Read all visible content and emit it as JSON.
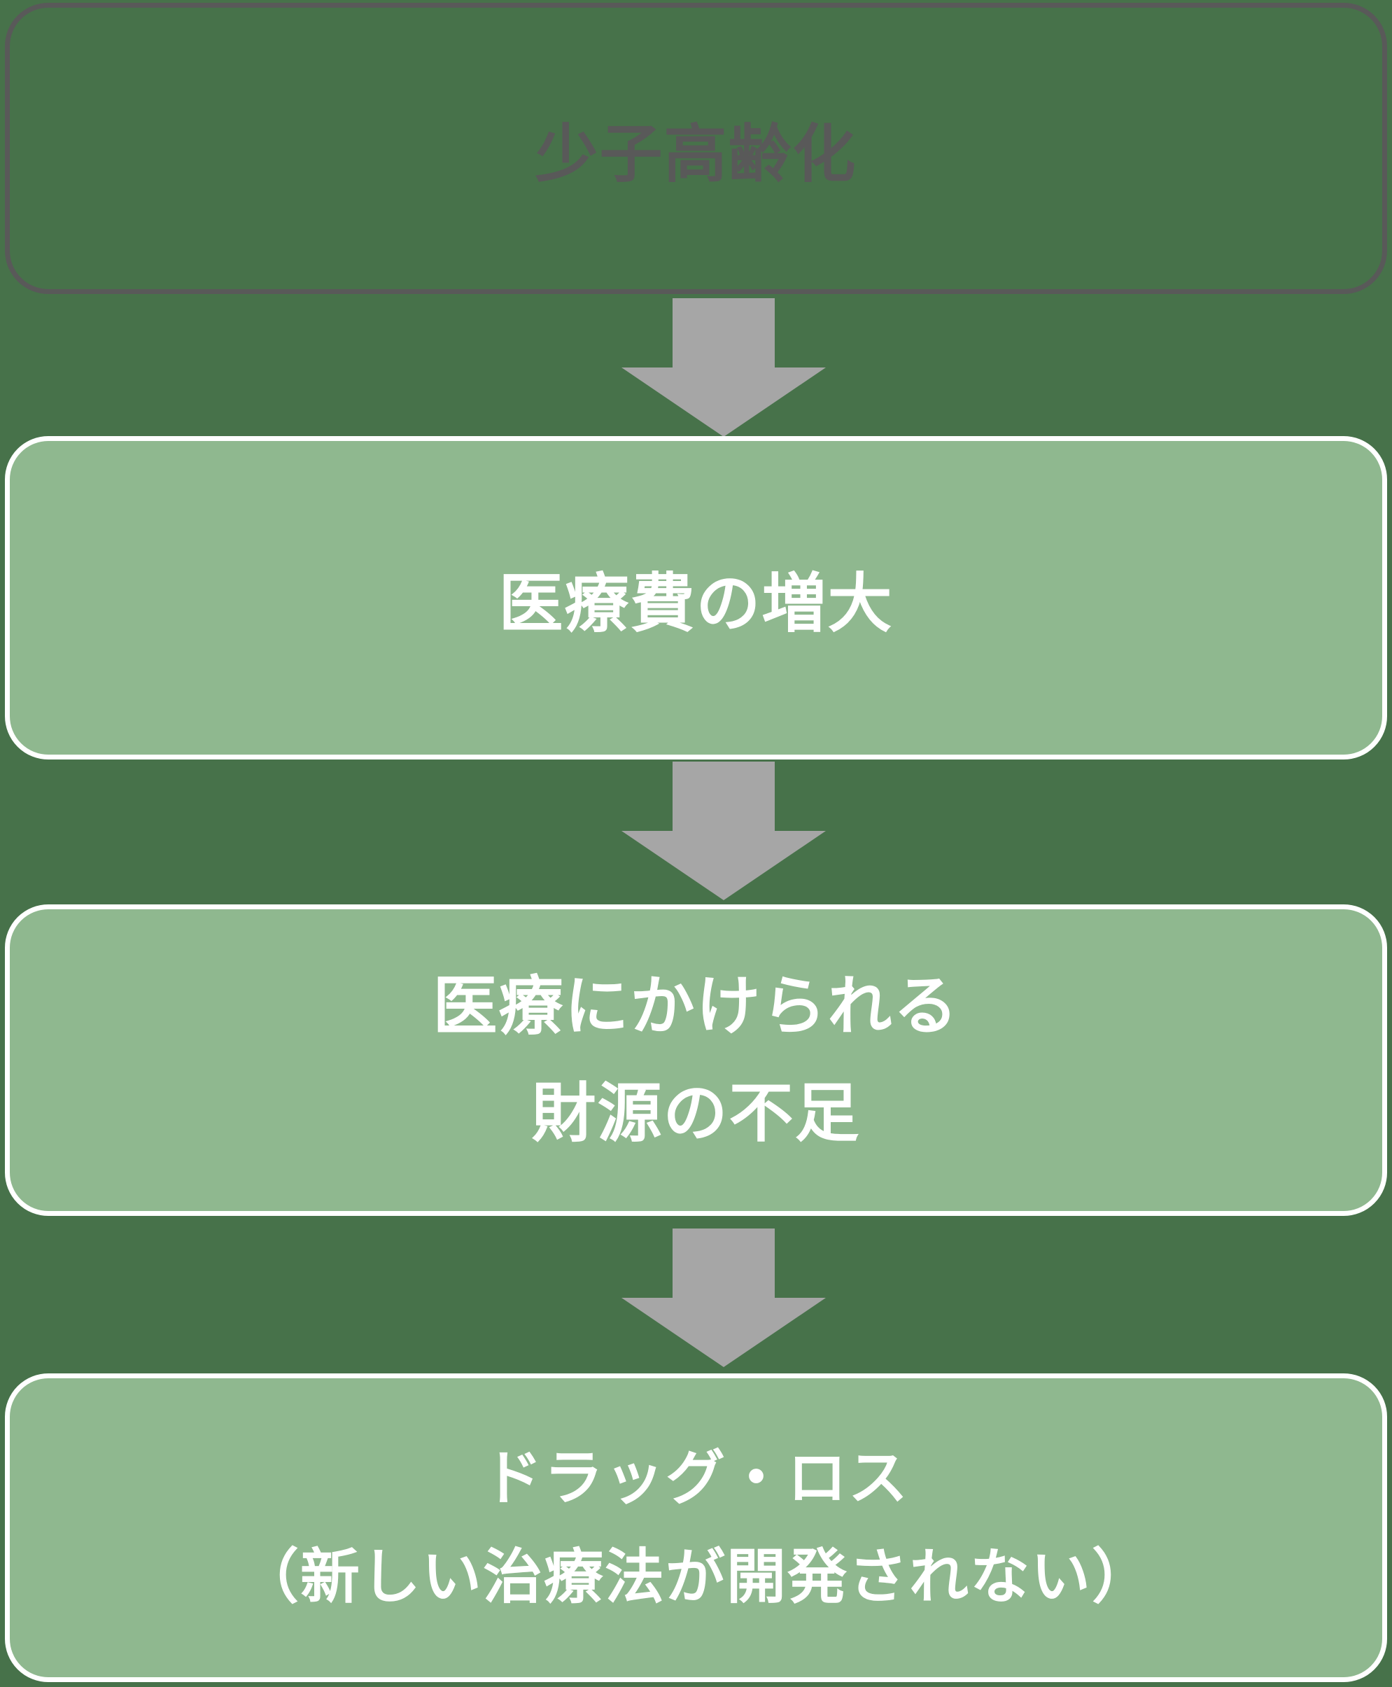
{
  "colors": {
    "background": "#47724A",
    "box-fill": "#8FB88F",
    "box-border": "#FFFFFF",
    "box-text": "#FFFFFF",
    "outline-border": "#595959",
    "outline-text": "#595959",
    "arrow": "#A6A6A6"
  },
  "flowchart": {
    "box1": {
      "label": "少子高齢化"
    },
    "box2": {
      "label": "医療費の増大"
    },
    "box3": {
      "line1": "医療にかけられる",
      "line2": "財源の不足"
    },
    "box4": {
      "line1": "ドラッグ・ロス",
      "line2": "（新しい治療法が開発されない）"
    }
  }
}
